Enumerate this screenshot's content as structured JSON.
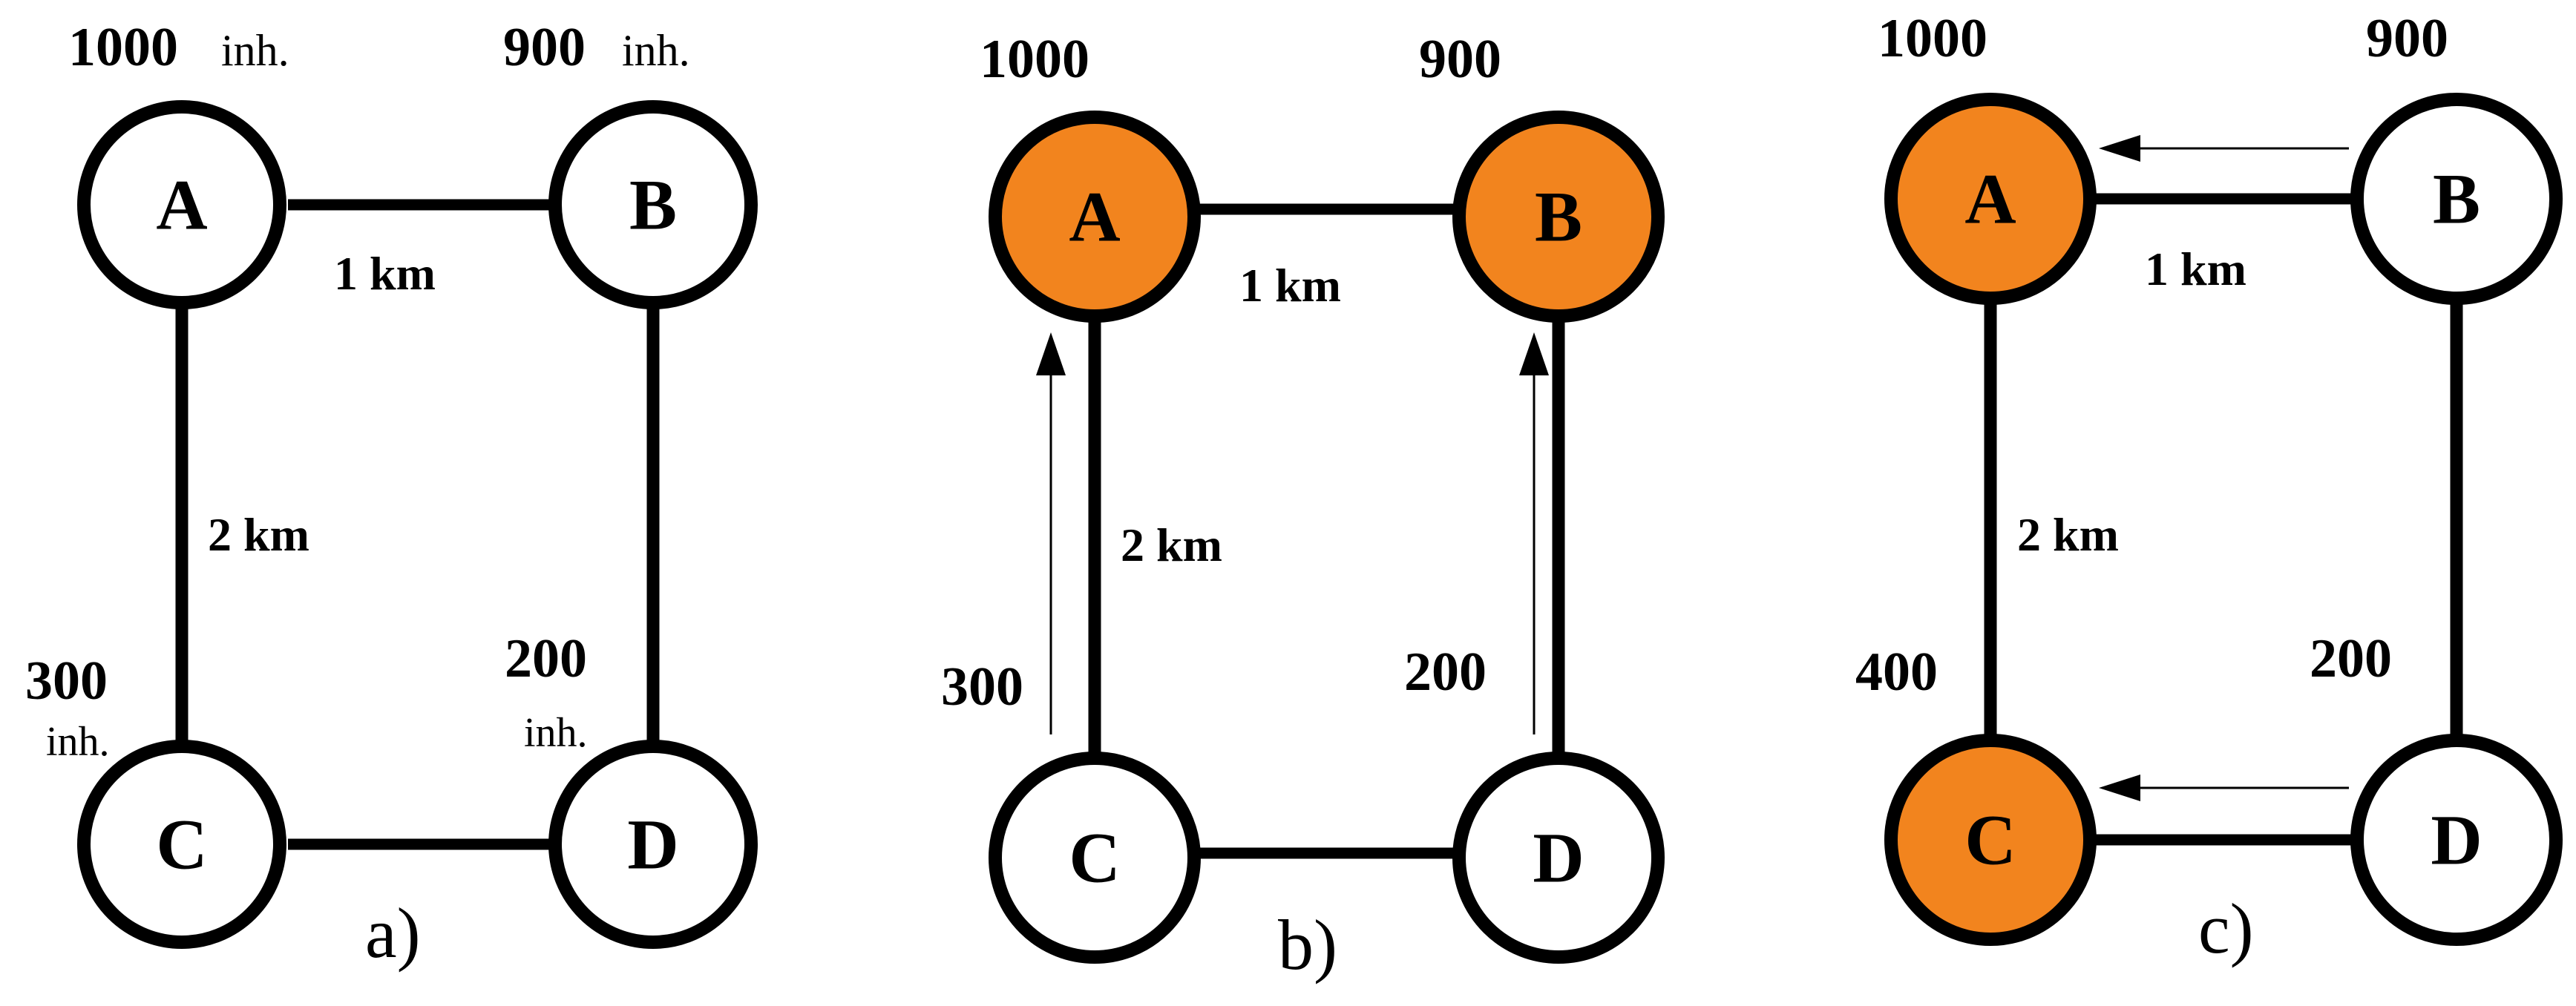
{
  "colors": {
    "highlight": "#f2841e",
    "plain": "#ffffff",
    "stroke": "#000000"
  },
  "panels": [
    {
      "label": "a)",
      "nodes": {
        "A": {
          "name": "A",
          "population": "1000",
          "unit": "inh.",
          "highlighted": false
        },
        "B": {
          "name": "B",
          "population": "900",
          "unit": "inh.",
          "highlighted": false
        },
        "C": {
          "name": "C",
          "population": "300",
          "unit": "inh.",
          "highlighted": false
        },
        "D": {
          "name": "D",
          "population": "200",
          "unit": "inh.",
          "highlighted": false
        }
      },
      "edges": {
        "AB": "1 km",
        "AC": "2 km"
      }
    },
    {
      "label": "b)",
      "nodes": {
        "A": {
          "name": "A",
          "population": "1000",
          "highlighted": true
        },
        "B": {
          "name": "B",
          "population": "900",
          "highlighted": true
        },
        "C": {
          "name": "C",
          "population": "300",
          "highlighted": false
        },
        "D": {
          "name": "D",
          "population": "200",
          "highlighted": false
        }
      },
      "edges": {
        "AB": "1 km",
        "AC": "2 km"
      },
      "flows": [
        "C→A",
        "D→B"
      ]
    },
    {
      "label": "c)",
      "nodes": {
        "A": {
          "name": "A",
          "population": "1000",
          "highlighted": true
        },
        "B": {
          "name": "B",
          "population": "900",
          "highlighted": false
        },
        "C": {
          "name": "C",
          "population": "400",
          "highlighted": true
        },
        "D": {
          "name": "D",
          "population": "200",
          "highlighted": false
        }
      },
      "edges": {
        "AB": "1 km",
        "AC": "2 km"
      },
      "flows": [
        "B→A",
        "D→C"
      ]
    }
  ]
}
